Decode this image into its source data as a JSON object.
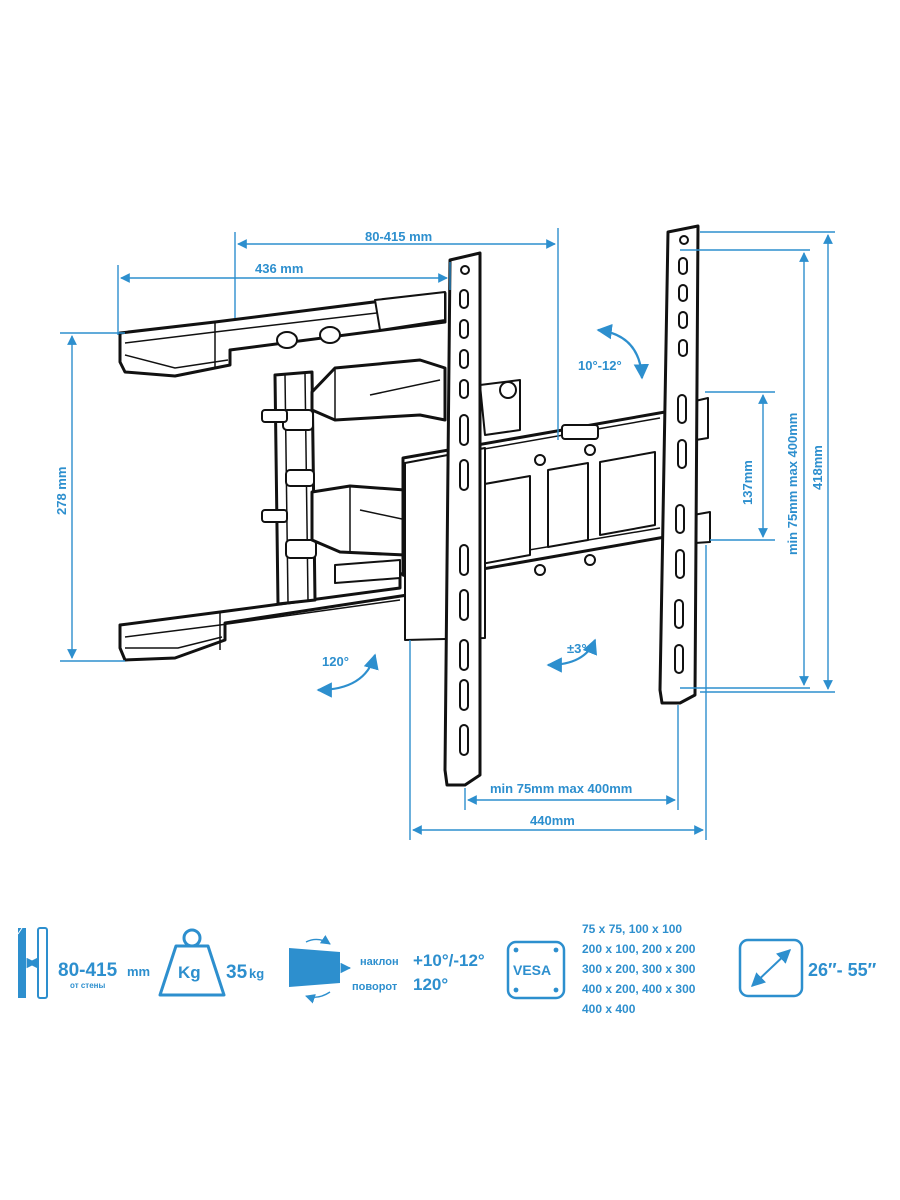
{
  "dimensions": {
    "depth_range": "80-415 mm",
    "arm_length": "436 mm",
    "height_left": "278 mm",
    "tilt": "10°-12°",
    "swivel": "120°",
    "rotate": "±3°",
    "plate_height": "137mm",
    "vesa_vertical": "min 75mm max 400mm",
    "total_height": "418mm",
    "vesa_horizontal": "min 75mm max 400mm",
    "plate_width": "440mm"
  },
  "specs": {
    "distance_value": "80-415",
    "distance_unit": "mm",
    "distance_caption": "от стены",
    "load_badge": "Kg",
    "load_value": "35",
    "load_unit": "kg",
    "tilt_label": "наклон",
    "tilt_value": "+10°/-12°",
    "swivel_label": "поворот",
    "swivel_value": "120°",
    "vesa_badge": "VESA",
    "vesa_sizes": [
      "75 x 75, 100 x 100",
      "200 x 100, 200 x 200",
      "300 x 200, 300 x 300",
      "400 x 200, 400 x 300",
      "400 x 400"
    ],
    "screen_range": "26″- 55″"
  },
  "colors": {
    "accent": "#2d8fce",
    "line": "#111111"
  },
  "icons": [
    "wall-distance-icon",
    "weight-icon",
    "tilt-swivel-icon",
    "vesa-icon",
    "screen-diagonal-icon"
  ]
}
